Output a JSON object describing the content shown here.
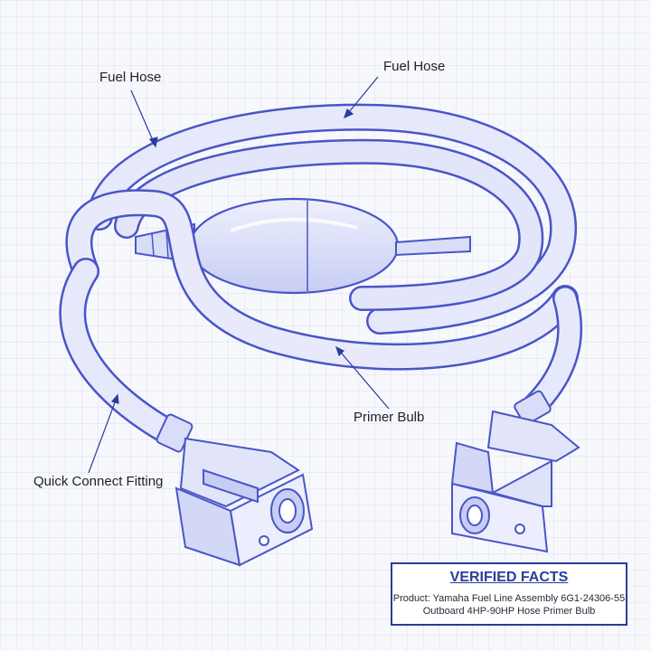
{
  "labels": {
    "fuel_hose_left": "Fuel Hose",
    "fuel_hose_right": "Fuel Hose",
    "primer_bulb": "Primer Bulb",
    "quick_connect": "Quick Connect Fitting"
  },
  "facts": {
    "title": "VERIFIED FACTS",
    "line1": "Product: Yamaha Fuel Line Assembly 6G1-24306-55",
    "line2": "Outboard 4HP-90HP Hose Primer Bulb"
  },
  "colors": {
    "ink": "#4a55c8",
    "ink_dark": "#2b3c9a",
    "fill": "#dfe3fa"
  }
}
